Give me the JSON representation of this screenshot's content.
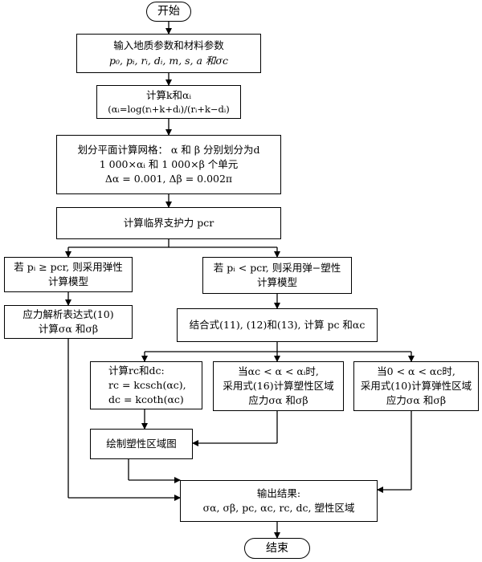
{
  "flowchart": {
    "start": "开始",
    "input": {
      "title": "输入地质参数和材料参数",
      "params": "p₀, pᵢ, rᵢ, dᵢ, m, s, a 和σc"
    },
    "compute_k": {
      "title": "计算k和αᵢ",
      "formula": "(αᵢ=log(rᵢ+k+dᵢ)/(rᵢ+k−dᵢ)"
    },
    "grid": {
      "line1": "划分平面计算网格： α 和 β 分别划分为d",
      "line2": "1 000×αᵢ 和 1 000×β 个单元",
      "line3": "Δα = 0.001, Δβ = 0.002π"
    },
    "critical": "计算临界支护力 pcr",
    "elastic_branch": {
      "line1": "若 pᵢ ≥ pcr, 则采用弹性",
      "line2": "计算模型"
    },
    "plastic_branch": {
      "line1": "若 pᵢ < pcr, 则采用弹−塑性",
      "line2": "计算模型"
    },
    "stress_analytic": {
      "line1": "应力解析表达式(10)",
      "line2": "计算σα 和σβ"
    },
    "combine": "结合式(11), (12)和(13), 计算 pc 和αc",
    "rc_dc": {
      "line1": "计算rc和dc:",
      "line2": "rc = kcsch(αc),",
      "line3": "dc = kcoth(αc)"
    },
    "plastic_zone_stress": {
      "line1": "当αc < α < αᵢ时,",
      "line2": "采用式(16)计算塑性区域",
      "line3": "应力σα 和σβ"
    },
    "elastic_zone_stress": {
      "line1": "当0 < α < αc时,",
      "line2": "采用式(10)计算弹性区域",
      "line3": "应力σα 和σβ"
    },
    "draw_plastic": "绘制塑性区域图",
    "output": {
      "line1": "输出结果:",
      "line2": "σα, σβ, pc, αc, rc, dc, 塑性区域"
    },
    "end": "结束"
  }
}
